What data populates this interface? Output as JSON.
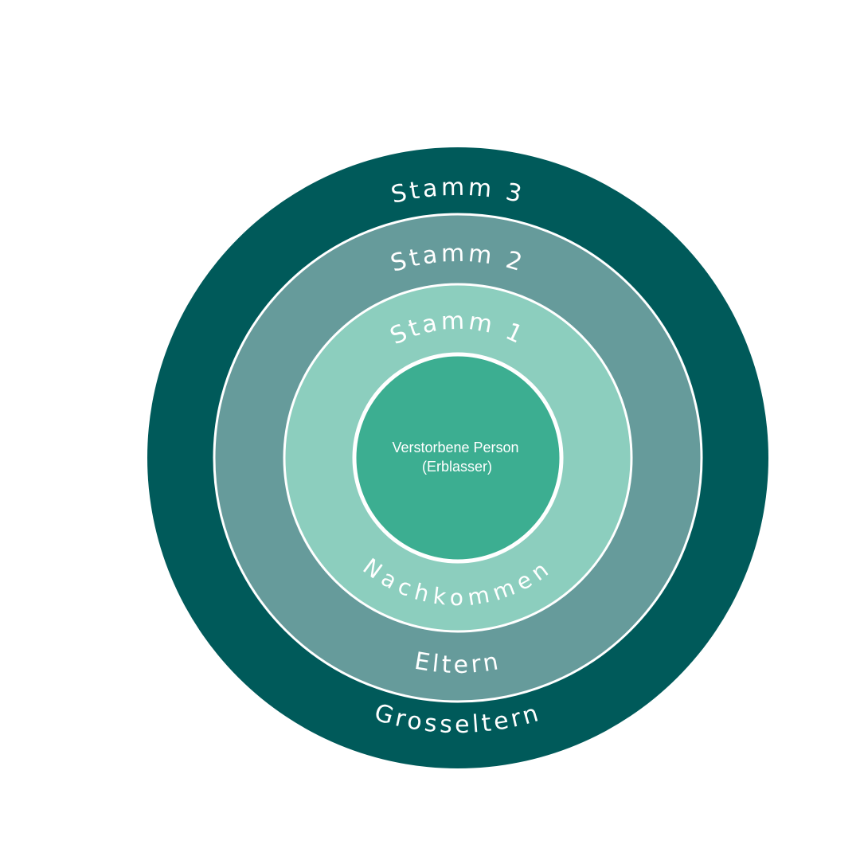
{
  "colors": {
    "ring_outer": "#005a5a",
    "ring_middle": "#669b9b",
    "ring_inner": "#8ccebe",
    "core": "#3cae91",
    "stroke": "#ffffff"
  },
  "rings": {
    "stamm3": {
      "top_label": "Stamm 3",
      "bottom_label": "Grosseltern"
    },
    "stamm2": {
      "top_label": "Stamm 2",
      "bottom_label": "Eltern"
    },
    "stamm1": {
      "top_label": "Stamm 1",
      "bottom_label": "Nachkommen"
    }
  },
  "center": {
    "line1": "Verstorbene Person",
    "line2": "(Erblasser)"
  }
}
